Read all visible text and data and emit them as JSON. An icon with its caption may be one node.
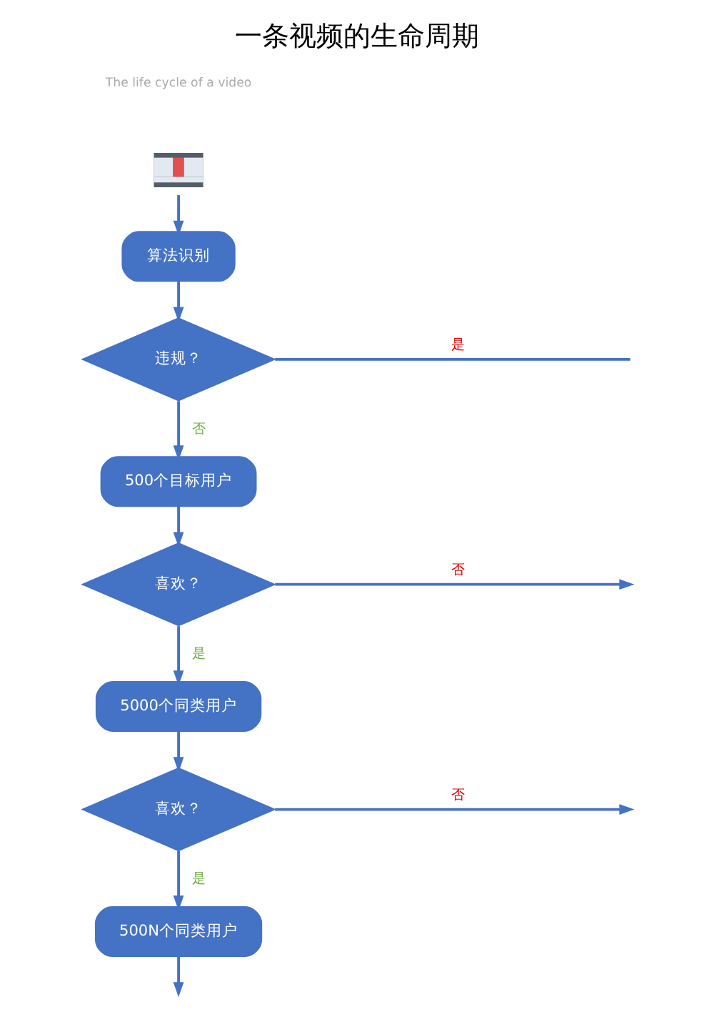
{
  "diagram": {
    "title": "一条视频的生命周期",
    "nodes": [
      {
        "text": [],
        "shape": "picture"
      },
      {
        "text": [
          "算法识别"
        ]
      },
      {
        "text": [
          "违规？"
        ]
      },
      {
        "text": [
          "500个目标用户"
        ]
      },
      {
        "text": [
          "喜欢？"
        ]
      },
      {
        "text": [
          "5000个同类用户"
        ]
      },
      {
        "text": [
          "喜欢？"
        ]
      },
      {
        "text": [
          "500N个同类用户"
        ]
      }
    ],
    "edges": [
      {
        "from": 0,
        "to": 1,
        "arrow": "to"
      },
      {
        "from": 1,
        "to": 2,
        "arrow": "to"
      },
      {
        "from": 2,
        "to": 3,
        "arrow": "to",
        "label": "否"
      },
      {
        "from": 2,
        "to": null,
        "arrow": "none",
        "label": "是"
      },
      {
        "from": 3,
        "to": 4,
        "arrow": "to"
      },
      {
        "from": 4,
        "to": 5,
        "arrow": "to",
        "label": "是"
      },
      {
        "from": 4,
        "to": null,
        "arrow": "to",
        "label": "否"
      },
      {
        "from": 5,
        "to": 6,
        "arrow": "to"
      },
      {
        "from": 6,
        "to": 7,
        "arrow": "to",
        "label": "是"
      },
      {
        "from": 6,
        "to": null,
        "arrow": "to",
        "label": "否"
      },
      {
        "from": 7,
        "to": null,
        "arrow": "to"
      }
    ],
    "labels": [
      "The life cycle of a video"
    ]
  }
}
